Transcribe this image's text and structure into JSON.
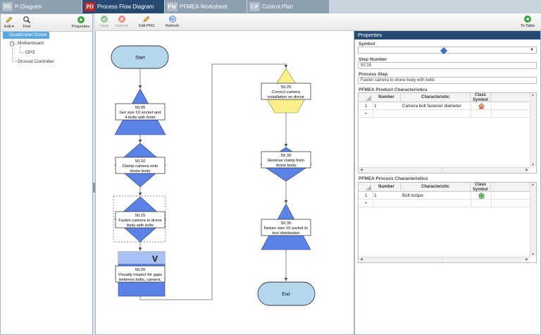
{
  "tabs": [
    {
      "badge": "PD",
      "label": "P-Diagram"
    },
    {
      "badge": "PD",
      "label": "Process Flow Diagram"
    },
    {
      "badge": "PW",
      "label": "PFMEA Worksheet"
    },
    {
      "badge": "CP",
      "label": "Control Plan"
    }
  ],
  "left_toolbar": {
    "edit": "Edit",
    "find": "Find",
    "properties": "Properties"
  },
  "tree": {
    "root": "Quadcopter Drone",
    "motherboard": "Motherboard",
    "gps": "GPS",
    "ground_controller": "Ground Controller"
  },
  "toolbar": {
    "save": "Save",
    "cancel": "Cancel",
    "edit_pfd": "Edit PFD",
    "refresh": "Refresh",
    "to_table": "To Table"
  },
  "flow": {
    "start": "Start",
    "end": "End",
    "s0505_num": "50.05",
    "s0505_l1": "Get size 10 socket and",
    "s0505_l2": "4 bolts with 6mm",
    "s0510_num": "50.10",
    "s0510_l1": "Clamp camera onto",
    "s0510_l2": "drone body",
    "s0515_num": "50.15",
    "s0515_l1": "Fasten camera to drone",
    "s0515_l2": "body with bolts",
    "s0520_num": "50.20",
    "s0520_mark": "V",
    "s0520_l1": "Visually inspect for gaps",
    "s0520_l2": "between bolts, camera,",
    "s0525_num": "50.25",
    "s0525_l1": "Correct camera",
    "s0525_l2": "installation on drone",
    "s0530_num": "50.30",
    "s0530_l1": "Remove clamp from",
    "s0530_l2": "drone body",
    "s0535_num": "50.35",
    "s0535_l1": "Return size 10 socket to",
    "s0535_l2": "tool distribution"
  },
  "properties": {
    "title": "Properties",
    "symbol_label": "Symbol",
    "step_number_label": "Step Number",
    "step_number": "50.15",
    "process_step_label": "Process Step",
    "process_step": "Fasten camera to drone body with bolts",
    "product_title": "PFMEA Product Characteristics",
    "process_title": "PFMEA Process Characteristics",
    "col_number": "Number",
    "col_characteristic": "Characteristic",
    "col_class_symbol": "Class Symbol",
    "product_rows": [
      {
        "idx": "1",
        "number": "1",
        "characteristic": "Camera bolt fastener diameter"
      }
    ],
    "process_rows": [
      {
        "idx": "1",
        "number": "1",
        "characteristic": "Bolt torque"
      }
    ],
    "add_row": "+"
  },
  "colors": {
    "tab_active": "#274a72",
    "blue_shape": "#5b82e6",
    "yellow_shape": "#fbf08a",
    "terminator": "#b5d7ee"
  }
}
